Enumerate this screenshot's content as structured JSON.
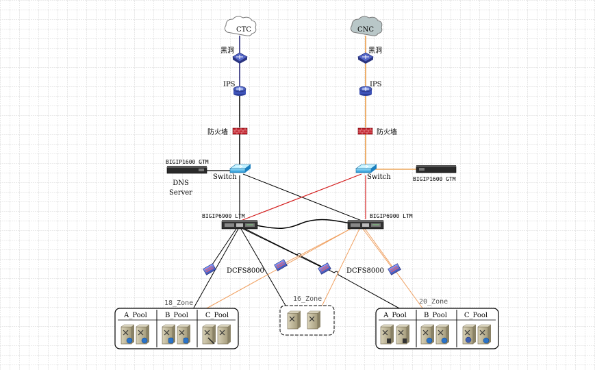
{
  "clouds": {
    "left": "CTC",
    "right": "CNC"
  },
  "labels": {
    "black_hole_left": "黑洞",
    "black_hole_right": "黑洞",
    "ips_left": "IPS",
    "ips_right": "IPS",
    "firewall_left": "防火墙",
    "firewall_right": "防火墙",
    "gtm_left": "BIGIP1600 GTM",
    "gtm_right": "BIGIP1600 GTM",
    "dns_server_1": "DNS",
    "dns_server_2": "Server",
    "switch_left": "Switch",
    "switch_right": "Switch",
    "ltm_left": "BIGIP6900 LTM",
    "ltm_right": "BIGIP6900 LTM",
    "dcfs_left": "DCFS8000",
    "dcfs_right": "DCFS8000"
  },
  "zones": {
    "zone18": {
      "label": "18_Zone",
      "pools": [
        "A_Pool",
        "B_Pool",
        "C_Pool"
      ]
    },
    "zone16": {
      "label": "16_Zone"
    },
    "zone20": {
      "label": "20_Zone",
      "pools": [
        "A_Pool",
        "B_Pool",
        "C_Pool"
      ]
    }
  },
  "colors": {
    "ctc_path": "#1a1a6e",
    "cnc_path": "#e8943a",
    "cross_link": "#d42020",
    "orange_link": "#f0a060",
    "black_link": "#000000",
    "cloud_left_fill": "#ffffff",
    "cloud_right_fill": "#b9c7c8",
    "grid": "#c8c8c8"
  }
}
